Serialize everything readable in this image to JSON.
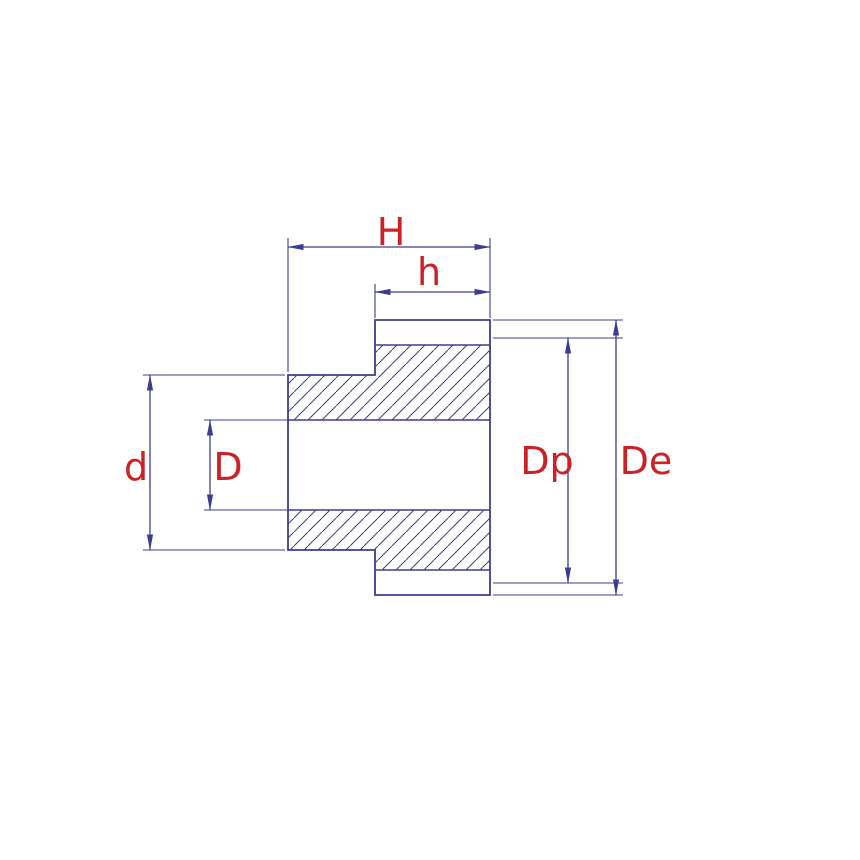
{
  "diagram": {
    "labels": {
      "H": "H",
      "h": "h",
      "d": "d",
      "D": "D",
      "Dp": "Dp",
      "De": "De"
    },
    "colors": {
      "line": "#3d3d8f",
      "label": "#cc2127",
      "background": "#ffffff"
    }
  }
}
